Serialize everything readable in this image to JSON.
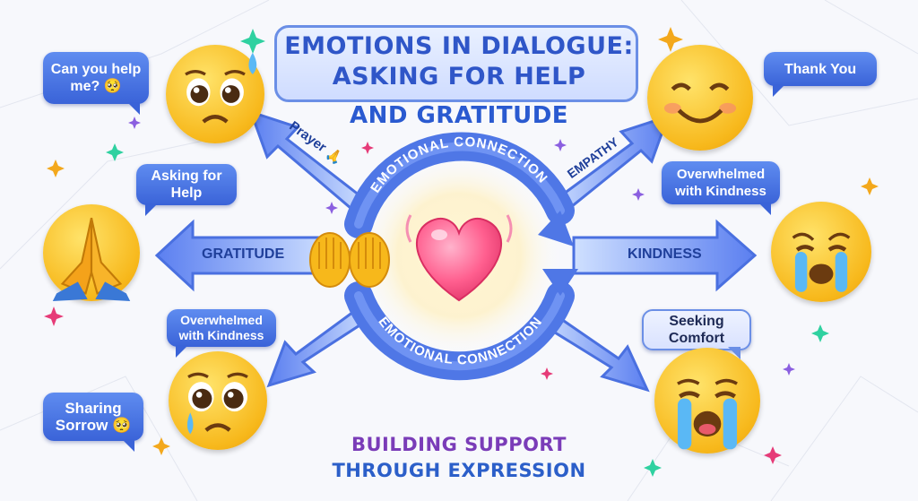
{
  "title": {
    "line1": "EMOTIONS IN DIALOGUE:",
    "line2": "ASKING FOR HELP",
    "line3": "AND GRATITUDE"
  },
  "footer": {
    "line1": "BUILDING SUPPORT",
    "line2": "THROUGH EXPRESSION"
  },
  "ring": {
    "top_label": "EMOTIONAL CONNECTION",
    "bottom_label": "EMOTIONAL CONNECTION"
  },
  "arrows": {
    "prayer": "Prayer 🙏",
    "empathy": "EMPATHY",
    "gratitude": "GRATITUDE",
    "kindness": "KINDNESS"
  },
  "bubbles": {
    "can_you_help": "Can you help me? 🥺",
    "thank_you": "Thank You",
    "asking_for_help": "Asking for Help",
    "overwhelmed_right": "Overwhelmed with Kindness",
    "overwhelmed_left": "Overwhelmed with Kindness",
    "seeking_comfort": "Seeking Comfort",
    "sharing_sorrow": "Sharing Sorrow 🥺"
  },
  "colors": {
    "primary_blue": "#3a63d8",
    "title_blue": "#2f56c8",
    "footer_purple": "#7a3cb8",
    "heart_pink": "#ff5f8f",
    "emoji_yellow": "#f7b81b"
  },
  "icons": [
    "pleading-sweat-face-icon",
    "smiling-face-icon",
    "folded-hands-icon",
    "crying-face-icon",
    "pleading-tear-face-icon",
    "loudly-crying-face-icon",
    "heart-icon",
    "open-hands-icon",
    "sparkle-icon"
  ]
}
